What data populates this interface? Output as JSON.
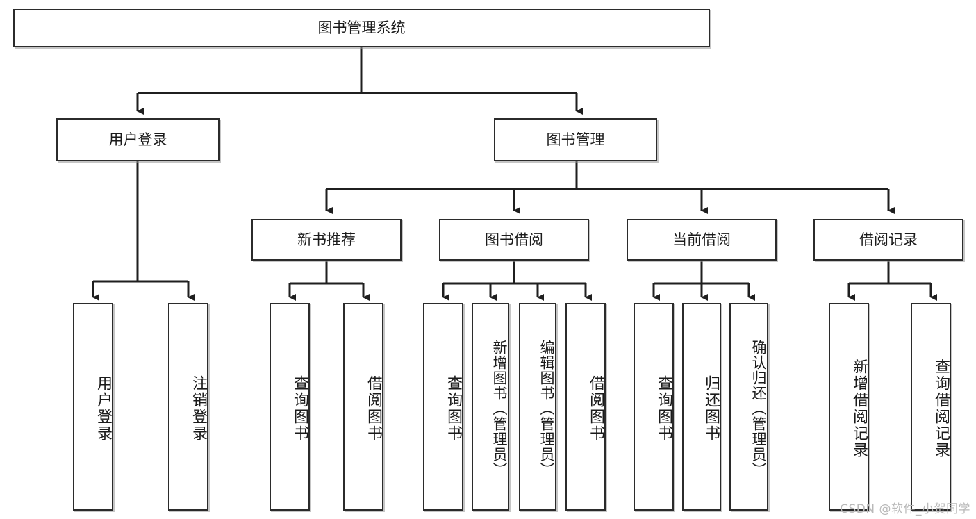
{
  "diagram": {
    "title": "图书管理系统",
    "type": "tree",
    "watermark": "CSDN @软件_小贺同学",
    "colors": {
      "box_border": "#2b2b2b",
      "box_fill": "#ffffff",
      "edge": "#1f1f1f",
      "watermark": "#b9b9b9"
    },
    "nodes": {
      "root": {
        "label": "图书管理系统"
      },
      "level2": [
        {
          "id": "user-login",
          "label": "用户登录"
        },
        {
          "id": "book-manage",
          "label": "图书管理"
        }
      ],
      "level3": [
        {
          "id": "new-book-rec",
          "label": "新书推荐"
        },
        {
          "id": "book-borrow",
          "label": "图书借阅"
        },
        {
          "id": "current-borrow",
          "label": "当前借阅"
        },
        {
          "id": "borrow-record",
          "label": "借阅记录"
        }
      ],
      "leaves": [
        {
          "id": "leaf-user-login",
          "label": "用户登录",
          "parent": "user-login"
        },
        {
          "id": "leaf-user-logout",
          "label": "注销登录",
          "parent": "user-login"
        },
        {
          "id": "leaf-query-book-1",
          "label": "查询图书",
          "parent": "new-book-rec"
        },
        {
          "id": "leaf-borrow-book-1",
          "label": "借阅图书",
          "parent": "new-book-rec"
        },
        {
          "id": "leaf-query-book-2",
          "label": "查询图书",
          "parent": "book-borrow"
        },
        {
          "id": "leaf-add-book",
          "label": "新增图书（管理员）",
          "parent": "book-borrow"
        },
        {
          "id": "leaf-edit-book",
          "label": "编辑图书（管理员）",
          "parent": "book-borrow"
        },
        {
          "id": "leaf-borrow-book-2",
          "label": "借阅图书",
          "parent": "book-borrow"
        },
        {
          "id": "leaf-query-book-3",
          "label": "查询图书",
          "parent": "current-borrow"
        },
        {
          "id": "leaf-return-book",
          "label": "归还图书",
          "parent": "current-borrow"
        },
        {
          "id": "leaf-confirm-return",
          "label": "确认归还（管理员）",
          "parent": "current-borrow"
        },
        {
          "id": "leaf-add-record",
          "label": "新增借阅记录",
          "parent": "borrow-record"
        },
        {
          "id": "leaf-query-record",
          "label": "查询借阅记录",
          "parent": "borrow-record"
        }
      ]
    }
  }
}
